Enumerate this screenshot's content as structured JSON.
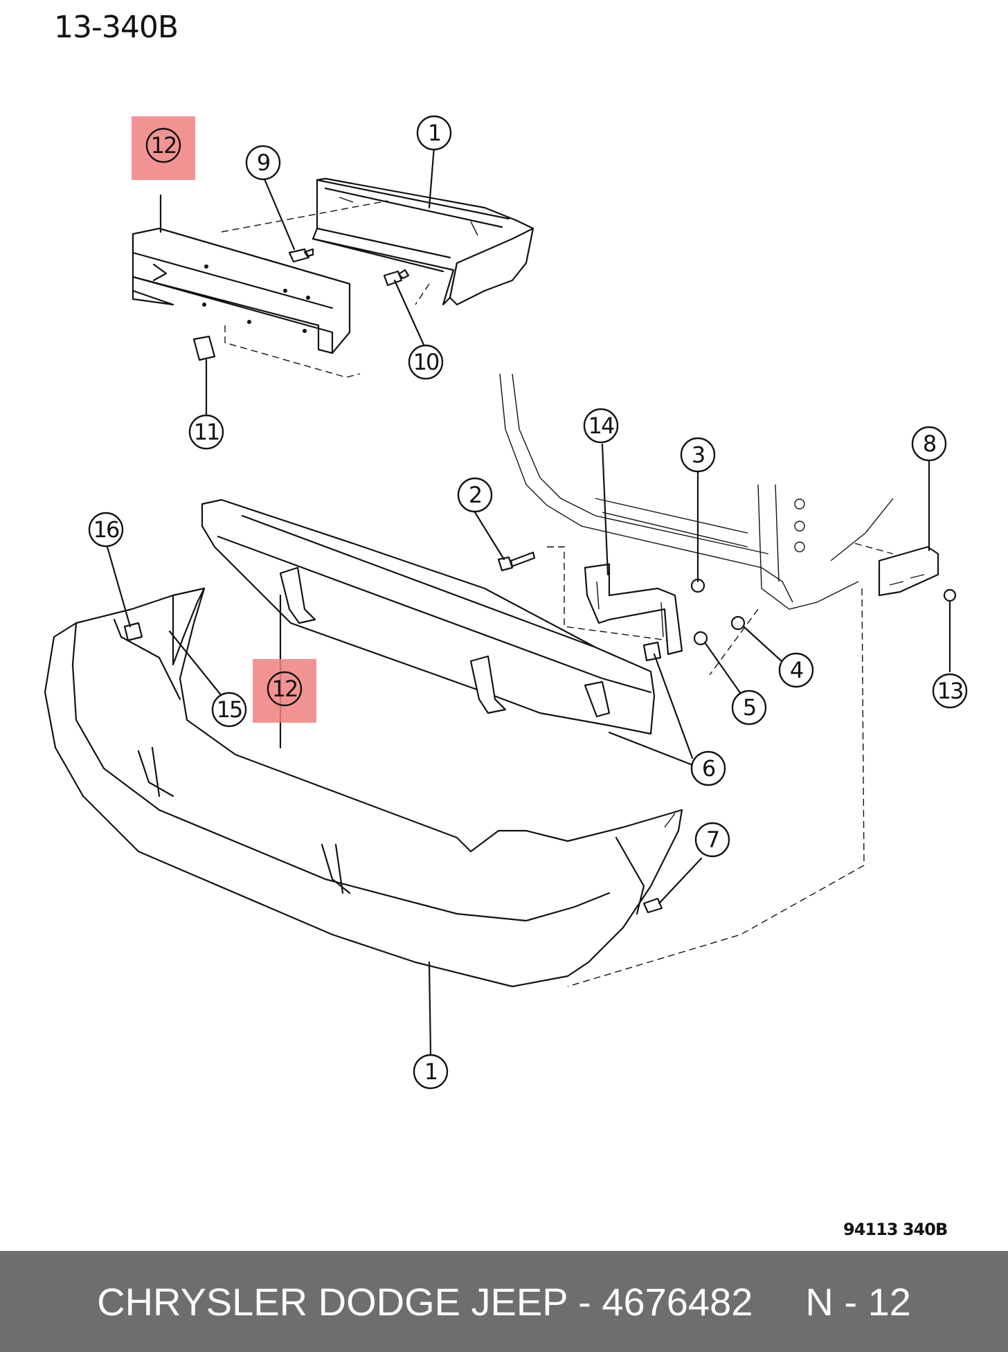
{
  "header": {
    "diagram_title": "13-340B"
  },
  "footer_code": "94113 340B",
  "footer": {
    "brand": "CHRYSLER DODGE JEEP - 4676482",
    "page": "N - 12"
  },
  "callouts": {
    "c1_top": "1",
    "c1_bottom": "1",
    "c2": "2",
    "c3": "3",
    "c4": "4",
    "c5": "5",
    "c6": "6",
    "c7": "7",
    "c8": "8",
    "c9": "9",
    "c10": "10",
    "c11": "11",
    "c12_top": "12",
    "c12_mid": "12",
    "c13": "13",
    "c14": "14",
    "c15": "15",
    "c16": "16"
  },
  "highlight_color": "#f08080"
}
